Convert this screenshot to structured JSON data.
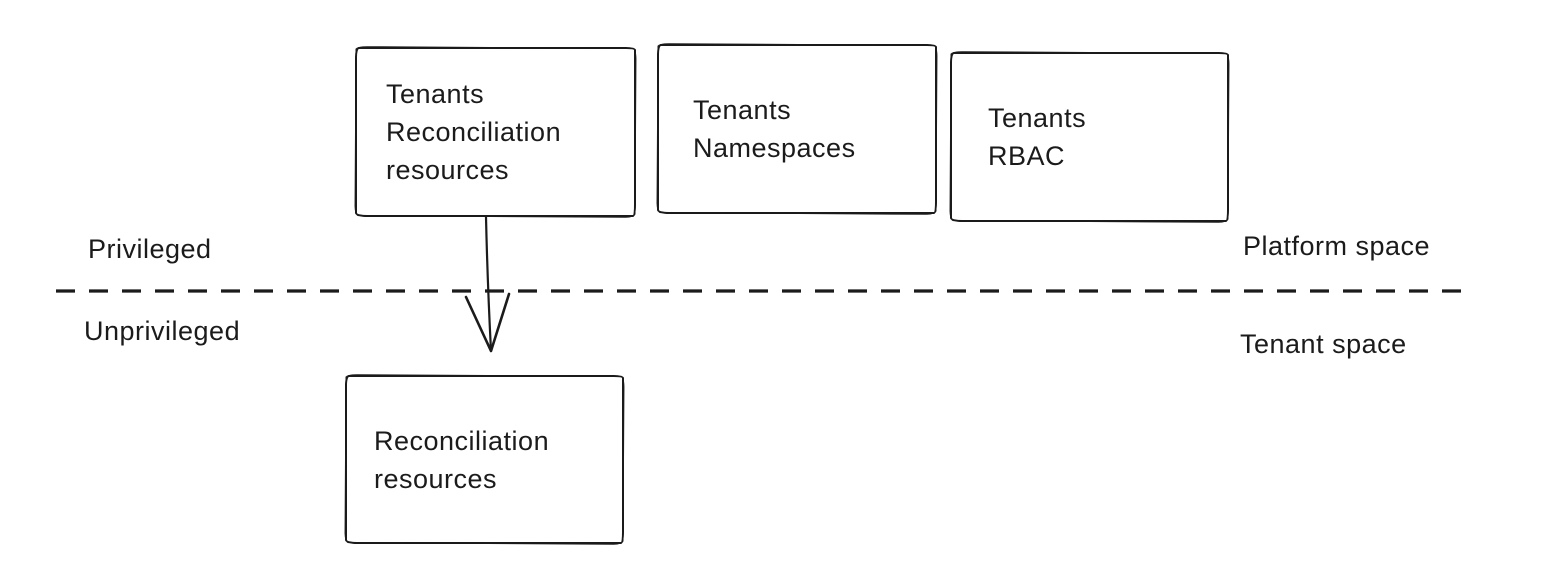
{
  "colors": {
    "ink": "#1b1b1b",
    "background": "#ffffff"
  },
  "zones": {
    "upper_left_label": "Privileged",
    "lower_left_label": "Unprivileged",
    "upper_right_label": "Platform space",
    "lower_right_label": "Tenant space"
  },
  "boxes": {
    "tenants_reconciliation": "Tenants\nReconciliation\nresources",
    "tenants_namespaces": "Tenants\nNamespaces",
    "tenants_rbac": "Tenants\nRBAC",
    "reconciliation_resources": "Reconciliation\nresources"
  },
  "connector": {
    "type": "arrow",
    "from": "tenants_reconciliation",
    "to": "reconciliation_resources"
  }
}
